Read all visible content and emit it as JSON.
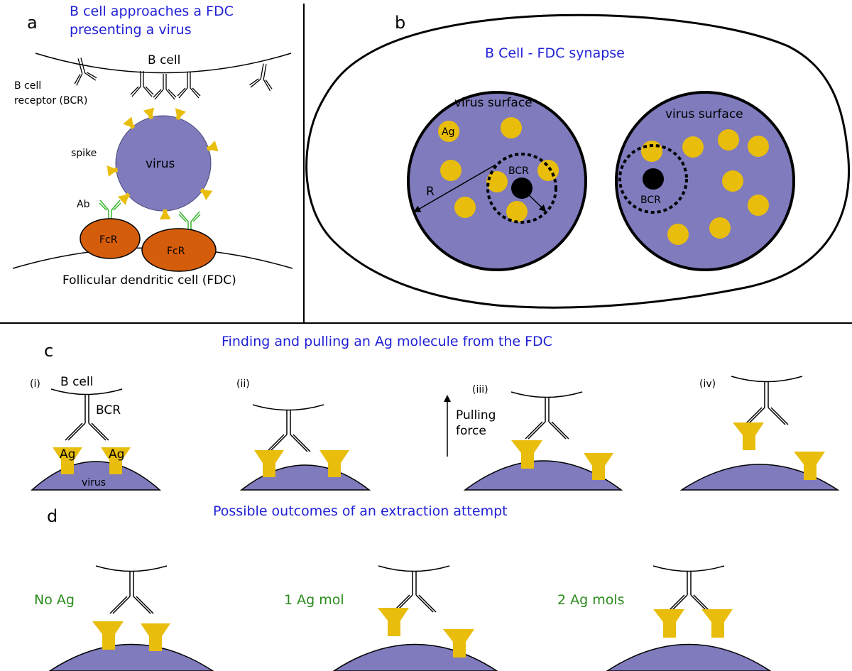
{
  "colors": {
    "virus": "#7f7bbd",
    "antigen": "#e8bd0c",
    "fcr": "#d45d0c",
    "antibody": "#37b52e",
    "title_blue": "#1f1fd6",
    "outcome_green": "#2a8a1c"
  },
  "panel_a": {
    "letter": "a",
    "title_line1": "B cell approaches a FDC",
    "title_line2": "presenting a virus",
    "b_cell": "B cell",
    "bcr_line1": "B cell",
    "bcr_line2": "receptor (BCR)",
    "spike": "spike",
    "virus": "virus",
    "ab": "Ab",
    "fcr1": "FcR",
    "fcr2": "FcR",
    "fdc": "Follicular dendritic cell (FDC)"
  },
  "panel_b": {
    "letter": "b",
    "title": "B Cell - FDC synapse",
    "left_virus_surface": "virus surface",
    "right_virus_surface": "virus surface",
    "ag": "Ag",
    "r": "R",
    "left_bcr": "BCR",
    "right_bcr": "BCR"
  },
  "panel_c": {
    "letter": "c",
    "title": "Finding and pulling an Ag molecule from the FDC",
    "steps": [
      "(i)",
      "(ii)",
      "(iii)",
      "(iv)"
    ],
    "b_cell": "B cell",
    "bcr": "BCR",
    "ag_left": "Ag",
    "ag_right": "Ag",
    "virus": "virus",
    "pulling_line1": "Pulling",
    "pulling_line2": "force"
  },
  "panel_d": {
    "letter": "d",
    "title": "Possible outcomes of an extraction attempt",
    "outcomes": [
      "No Ag",
      "1 Ag mol",
      "2 Ag mols"
    ]
  }
}
